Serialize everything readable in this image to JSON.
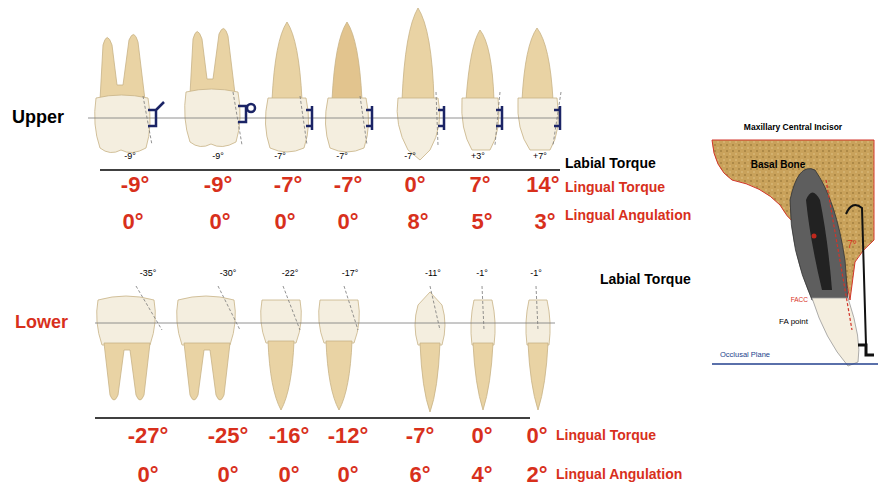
{
  "diagram": {
    "labels": [
      "Upper",
      "-9°",
      "-9°",
      "-7°",
      "-7°",
      "-7°",
      "+3°",
      "+7°",
      "Labial Torque",
      "-9°",
      "-9°",
      "-7°",
      "-7°",
      "0°",
      "7°",
      "14°",
      "Lingual Torque",
      "0°",
      "0°",
      "0°",
      "0°",
      "8°",
      "5°",
      "3°",
      "Lingual Angulation",
      "-35°",
      "-30°",
      "-22°",
      "-17°",
      "-11°",
      "-1°",
      "-1°",
      "Labial Torque",
      "Lower",
      "-27°",
      "-25°",
      "-16°",
      "-12°",
      "-7°",
      "0°",
      "0°",
      "Lingual Torque",
      "0°",
      "0°",
      "0°",
      "0°",
      "6°",
      "4°",
      "2°",
      "Lingual Angulation",
      "Maxillary Central Incisor",
      "Basal Bone",
      "7°",
      "FACC",
      "FA point",
      "Occlusal Plane"
    ]
  }
}
